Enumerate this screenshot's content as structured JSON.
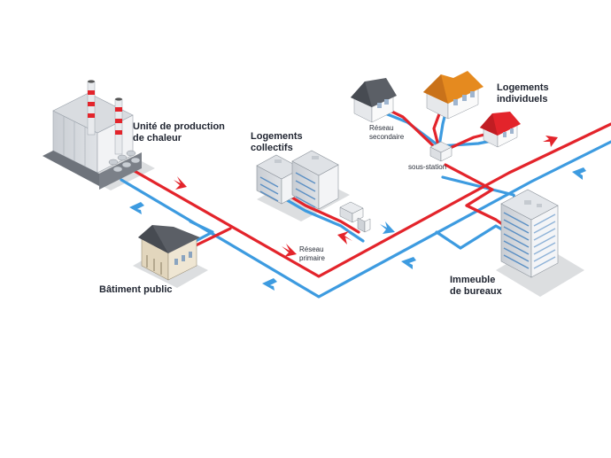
{
  "labels": {
    "production": [
      "Unité de production",
      "de chaleur"
    ],
    "collectifs": [
      "Logements",
      "collectifs"
    ],
    "individuels": [
      "Logements",
      "individuels"
    ],
    "reseau_secondaire": [
      "Réseau",
      "secondaire"
    ],
    "sous_station": "sous-station",
    "reseau_primaire": [
      "Réseau",
      "primaire"
    ],
    "batiment_public": "Bâtiment public",
    "bureaux": [
      "Immeuble",
      "de bureaux"
    ]
  },
  "colors": {
    "supply": "#e3242b",
    "return": "#3d9be0",
    "roof_dark": "#5b5f66",
    "roof_orange": "#e58a1f",
    "roof_red": "#e3242b"
  },
  "icons": [
    "factory-icon",
    "apartment-block-icon",
    "house-icon",
    "substation-icon",
    "public-building-icon",
    "office-tower-icon",
    "flow-arrow-icon"
  ]
}
